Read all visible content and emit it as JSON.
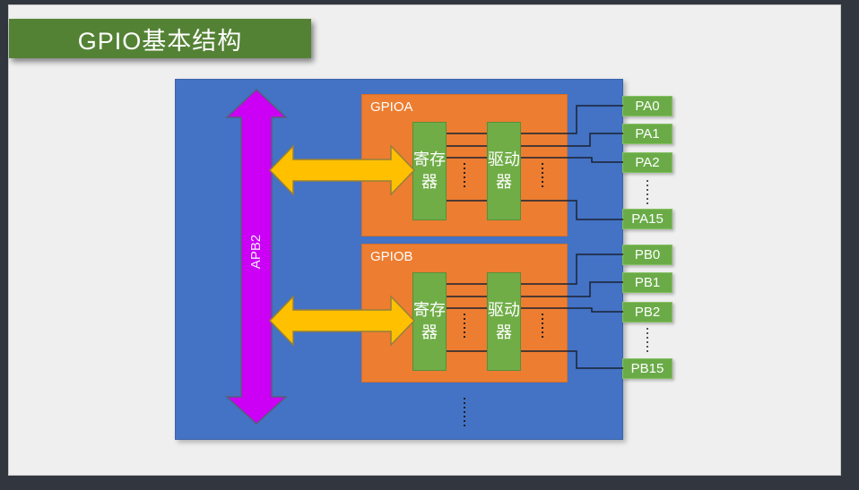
{
  "slide": {
    "title": "GPIO基本结构"
  },
  "diagram": {
    "bus": {
      "label": "APB2"
    },
    "groups": [
      {
        "label": "GPIOA",
        "register": "寄存器",
        "driver": "驱动器",
        "pins": [
          "PA0",
          "PA1",
          "PA2",
          "PA15"
        ]
      },
      {
        "label": "GPIOB",
        "register": "寄存器",
        "driver": "驱动器",
        "pins": [
          "PB0",
          "PB1",
          "PB2",
          "PB15"
        ]
      }
    ],
    "colors": {
      "title_banner": "#548235",
      "backplane_blue": "#4472c4",
      "peripheral_orange": "#ed7d31",
      "block_green": "#70ad47",
      "pin_green": "#6aab48",
      "bus_arrow_purple": "#cb00f5",
      "connect_arrow_yellow": "#ffc000",
      "connector_line": "#1a2333",
      "slide_background": "#efefef",
      "frame_background": "#32363f"
    }
  }
}
